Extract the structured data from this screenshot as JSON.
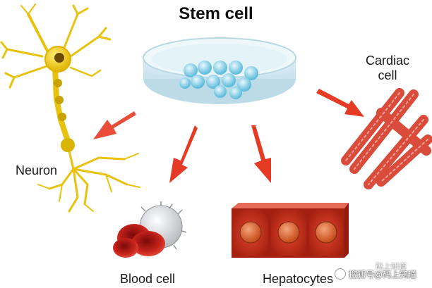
{
  "title": "Stem cell",
  "labels": {
    "neuron": "Neuron",
    "cardiac_line1": "Cardiac",
    "cardiac_line2": "cell",
    "blood": "Blood cell",
    "hepatocytes": "Hepatocytes"
  },
  "watermark": {
    "text": "搜狐号@码上知道",
    "overlay_text": "码上知道"
  },
  "colors": {
    "arrow": "#e53b25",
    "neuron": "#f2d21c",
    "cardiac": "#d94b3a",
    "blood": "#c8241c",
    "hepatocyte": "#c7301f",
    "dish": "#d7ecf3",
    "stem_cell": "#8fd3ea"
  },
  "icons": [
    "stem-cell-dish-icon",
    "neuron-icon",
    "cardiac-cell-icon",
    "blood-cell-icon",
    "hepatocytes-icon",
    "arrow-icon"
  ]
}
